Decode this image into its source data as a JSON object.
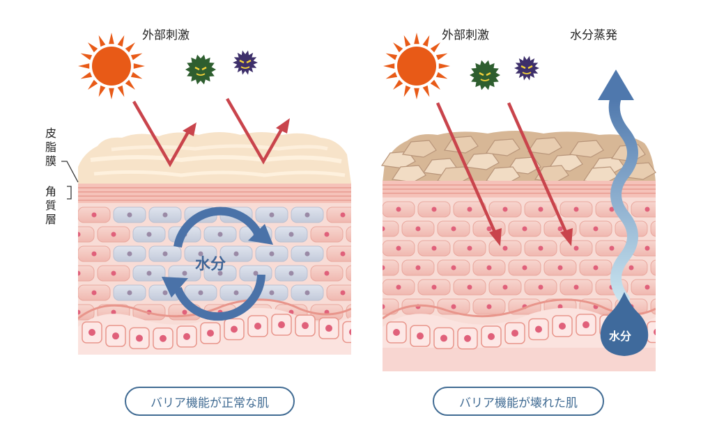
{
  "left_panel": {
    "stimulus_label": "外部刺激",
    "center_label": "水分",
    "layer_labels": {
      "sebum": "皮脂膜",
      "stratum_corneum": "角質層"
    },
    "caption": "バリア機能が正常な肌"
  },
  "right_panel": {
    "stimulus_label": "外部刺激",
    "evaporation_label": "水分蒸発",
    "drop_label": "水分",
    "caption": "バリア機能が壊れた肌"
  },
  "colors": {
    "sun": "#e85a17",
    "arrow_red": "#c9444c",
    "water_blue": "#4a72a8",
    "skin_pink": "#f4c9c4",
    "sebum": "#f6e1c6",
    "cracked_sebum": "#d8b998",
    "caption_border": "#3f6a92"
  },
  "icons": [
    "sun-icon",
    "green-germ-icon",
    "purple-germ-icon",
    "water-drop-icon"
  ]
}
